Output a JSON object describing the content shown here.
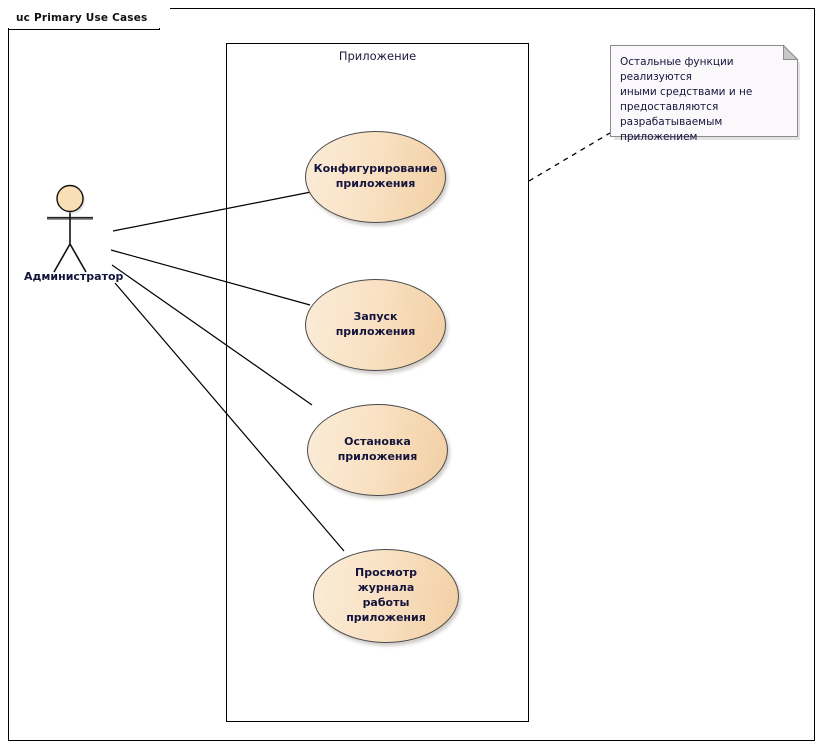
{
  "frame": {
    "label": "uc Primary Use Cases",
    "keyword": "uc",
    "name": "Primary Use Cases"
  },
  "system_boundary": {
    "label": "Приложение"
  },
  "actor": {
    "name": "Администратор",
    "icon": "stick-figure-actor-icon"
  },
  "use_cases": [
    {
      "id": "configure",
      "label_line1": "Конфигурирование",
      "label_line2": "приложения",
      "label": "Конфигурирование приложения"
    },
    {
      "id": "start",
      "label_line1": "Запуск приложения",
      "label_line2": "",
      "label": "Запуск приложения"
    },
    {
      "id": "stop",
      "label_line1": "Остановка",
      "label_line2": "приложения",
      "label": "Остановка приложения"
    },
    {
      "id": "viewlog",
      "label_line1": "Просмотр журнала",
      "label_line2": "работы приложения",
      "label": "Просмотр журнала работы приложения"
    }
  ],
  "note": {
    "text": "Остальные функции реализуются иными средствами и не предоставляются разрабатываемым приложением",
    "lines": [
      "Остальные функции реализуются",
      "иными средствами и не",
      "предоставляются",
      "разрабатываемым приложением"
    ]
  },
  "colors": {
    "usecase_fill_light": "#FBECD8",
    "usecase_fill_dark": "#F2CFA4",
    "usecase_stroke": "#4A4A4A",
    "actor_head_fill": "#F8DFB5",
    "note_fill": "#FBF8FB",
    "note_stroke": "#8C8C8C",
    "note_fold_fill": "#C8C8C8",
    "line_stroke": "#000000",
    "text_color": "#14143C",
    "frame_stroke": "#000000"
  }
}
